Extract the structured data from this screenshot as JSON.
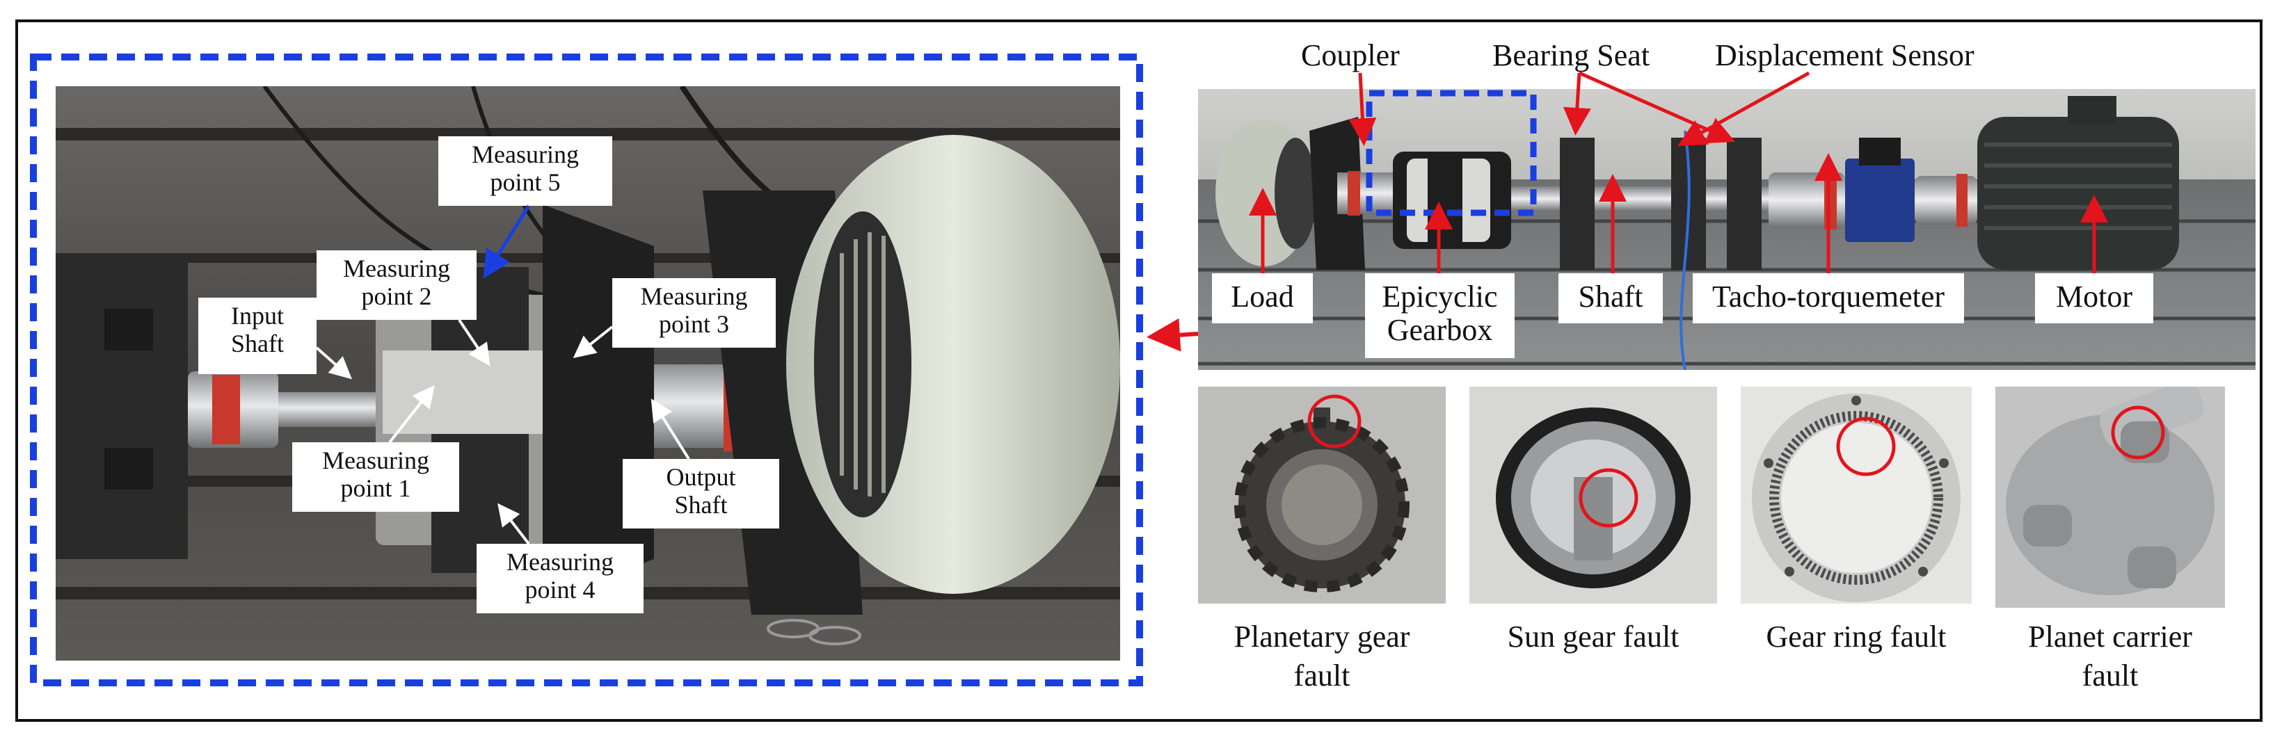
{
  "left_photo": {
    "labels": {
      "input_shaft": "Input\nShaft",
      "mp5": "Measuring\npoint 5",
      "mp2": "Measuring\npoint 2",
      "mp3": "Measuring\npoint 3",
      "mp1": "Measuring\npoint 1",
      "output_shaft": "Output\nShaft",
      "mp4": "Measuring\npoint 4"
    }
  },
  "rig_photo": {
    "top_labels": {
      "coupler": "Coupler",
      "bearing_seat": "Bearing Seat",
      "displacement_sensor": "Displacement Sensor"
    },
    "bottom_labels": {
      "load": "Load",
      "epicyclic_gearbox": "Epicyclic\nGearbox",
      "shaft": "Shaft",
      "tacho": "Tacho-torquemeter",
      "motor": "Motor"
    }
  },
  "faults": [
    {
      "caption": "Planetary gear\nfault"
    },
    {
      "caption": "Sun gear fault"
    },
    {
      "caption": "Gear ring fault"
    },
    {
      "caption": "Planet carrier\nfault"
    }
  ],
  "colors": {
    "dashed_box": "#1a3fe0",
    "arrow": "#e3141b",
    "frame": "#111111"
  }
}
